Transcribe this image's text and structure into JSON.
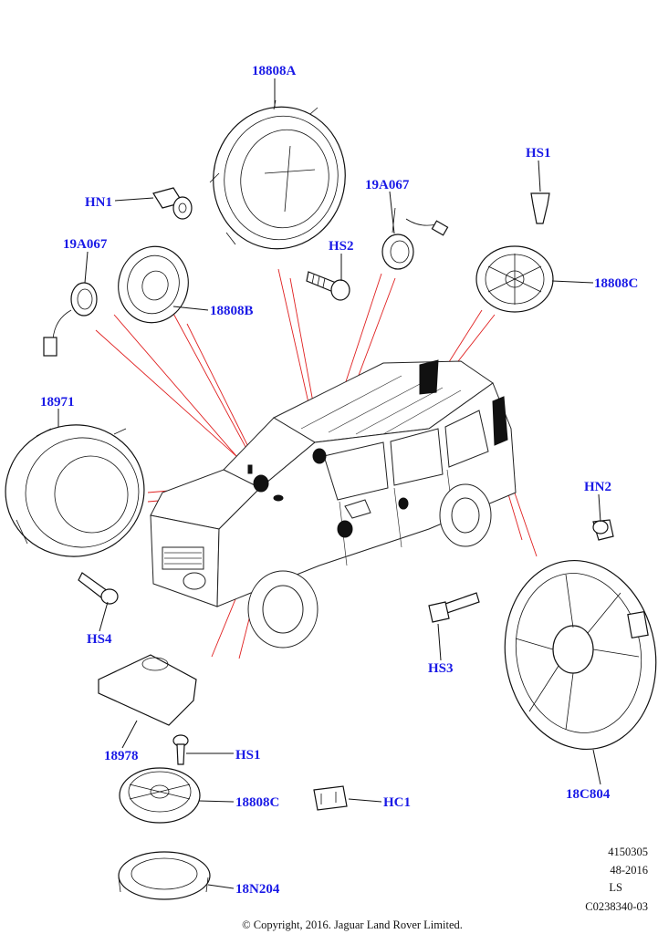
{
  "parts": [
    {
      "id": "18808A",
      "label": "18808A"
    },
    {
      "id": "HN1",
      "label": "HN1"
    },
    {
      "id": "19A067-top",
      "label": "19A067"
    },
    {
      "id": "HS1-top",
      "label": "HS1"
    },
    {
      "id": "HS2",
      "label": "HS2"
    },
    {
      "id": "19A067-left",
      "label": "19A067"
    },
    {
      "id": "18808B",
      "label": "18808B"
    },
    {
      "id": "18808C-top",
      "label": "18808C"
    },
    {
      "id": "18971",
      "label": "18971"
    },
    {
      "id": "HN2",
      "label": "HN2"
    },
    {
      "id": "HS4",
      "label": "HS4"
    },
    {
      "id": "HS3",
      "label": "HS3"
    },
    {
      "id": "18978",
      "label": "18978"
    },
    {
      "id": "HS1-bottom",
      "label": "HS1"
    },
    {
      "id": "18808C-bottom",
      "label": "18808C"
    },
    {
      "id": "HC1",
      "label": "HC1"
    },
    {
      "id": "18C804",
      "label": "18C804"
    },
    {
      "id": "18N204",
      "label": "18N204"
    }
  ],
  "meta": {
    "ref_number": "4150305",
    "date_code": "48-2016",
    "variant": "LS",
    "drawing_id": "C0238340-03"
  },
  "copyright": "© Copyright, 2016. Jaguar Land Rover Limited.",
  "colors": {
    "callout": "#1a1ae6",
    "pointer_lines": "#e02020",
    "linework": "#111111"
  }
}
